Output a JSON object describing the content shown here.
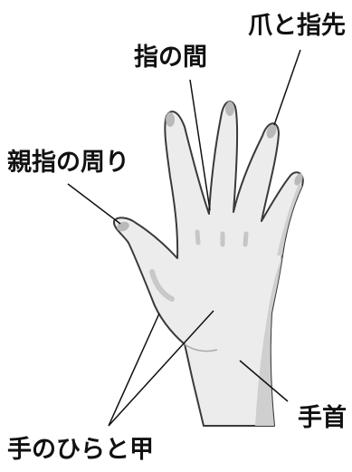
{
  "diagram": {
    "labels": {
      "nail_and_fingertip": "爪と指先",
      "between_fingers": "指の間",
      "around_thumb": "親指の周り",
      "wrist": "手首",
      "palm_and_back": "手のひらと甲"
    },
    "colors": {
      "skin": "#ececec",
      "shadow": "#cfcfcf",
      "nail": "#b9b9b9",
      "outline": "#3a3a3a",
      "line": "#111111",
      "text": "#111111"
    }
  }
}
